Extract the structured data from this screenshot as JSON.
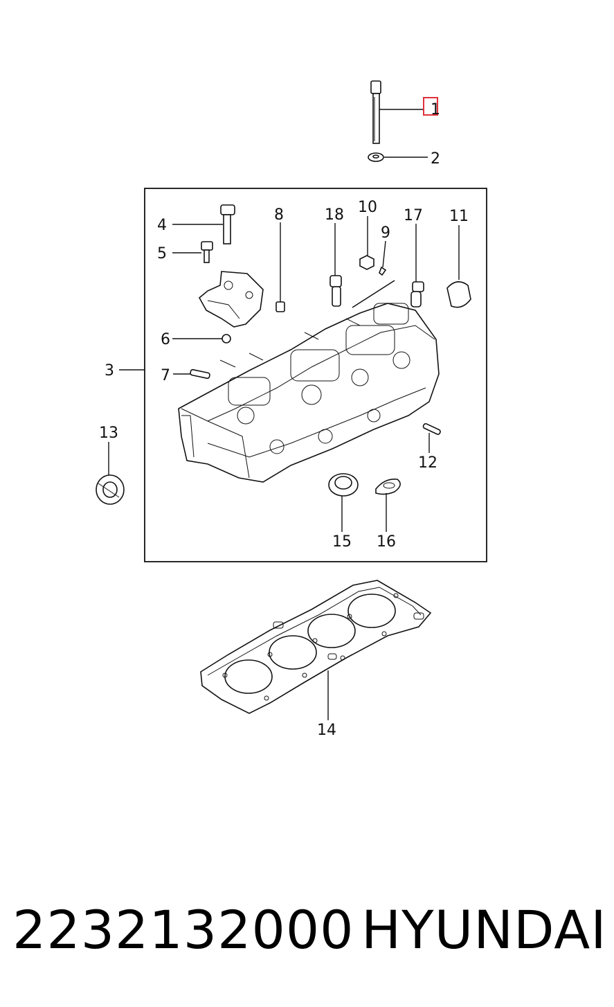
{
  "callouts": {
    "c1": "1",
    "c2": "2",
    "c3": "3",
    "c4": "4",
    "c5": "5",
    "c6": "6",
    "c7": "7",
    "c8": "8",
    "c9": "9",
    "c10": "10",
    "c11": "11",
    "c12": "12",
    "c13": "13",
    "c14": "14",
    "c15": "15",
    "c16": "16",
    "c17": "17",
    "c18": "18"
  },
  "highlight_color": "#e0303a",
  "footer": {
    "part_number": "2232132000",
    "brand": "HYUNDAI"
  }
}
